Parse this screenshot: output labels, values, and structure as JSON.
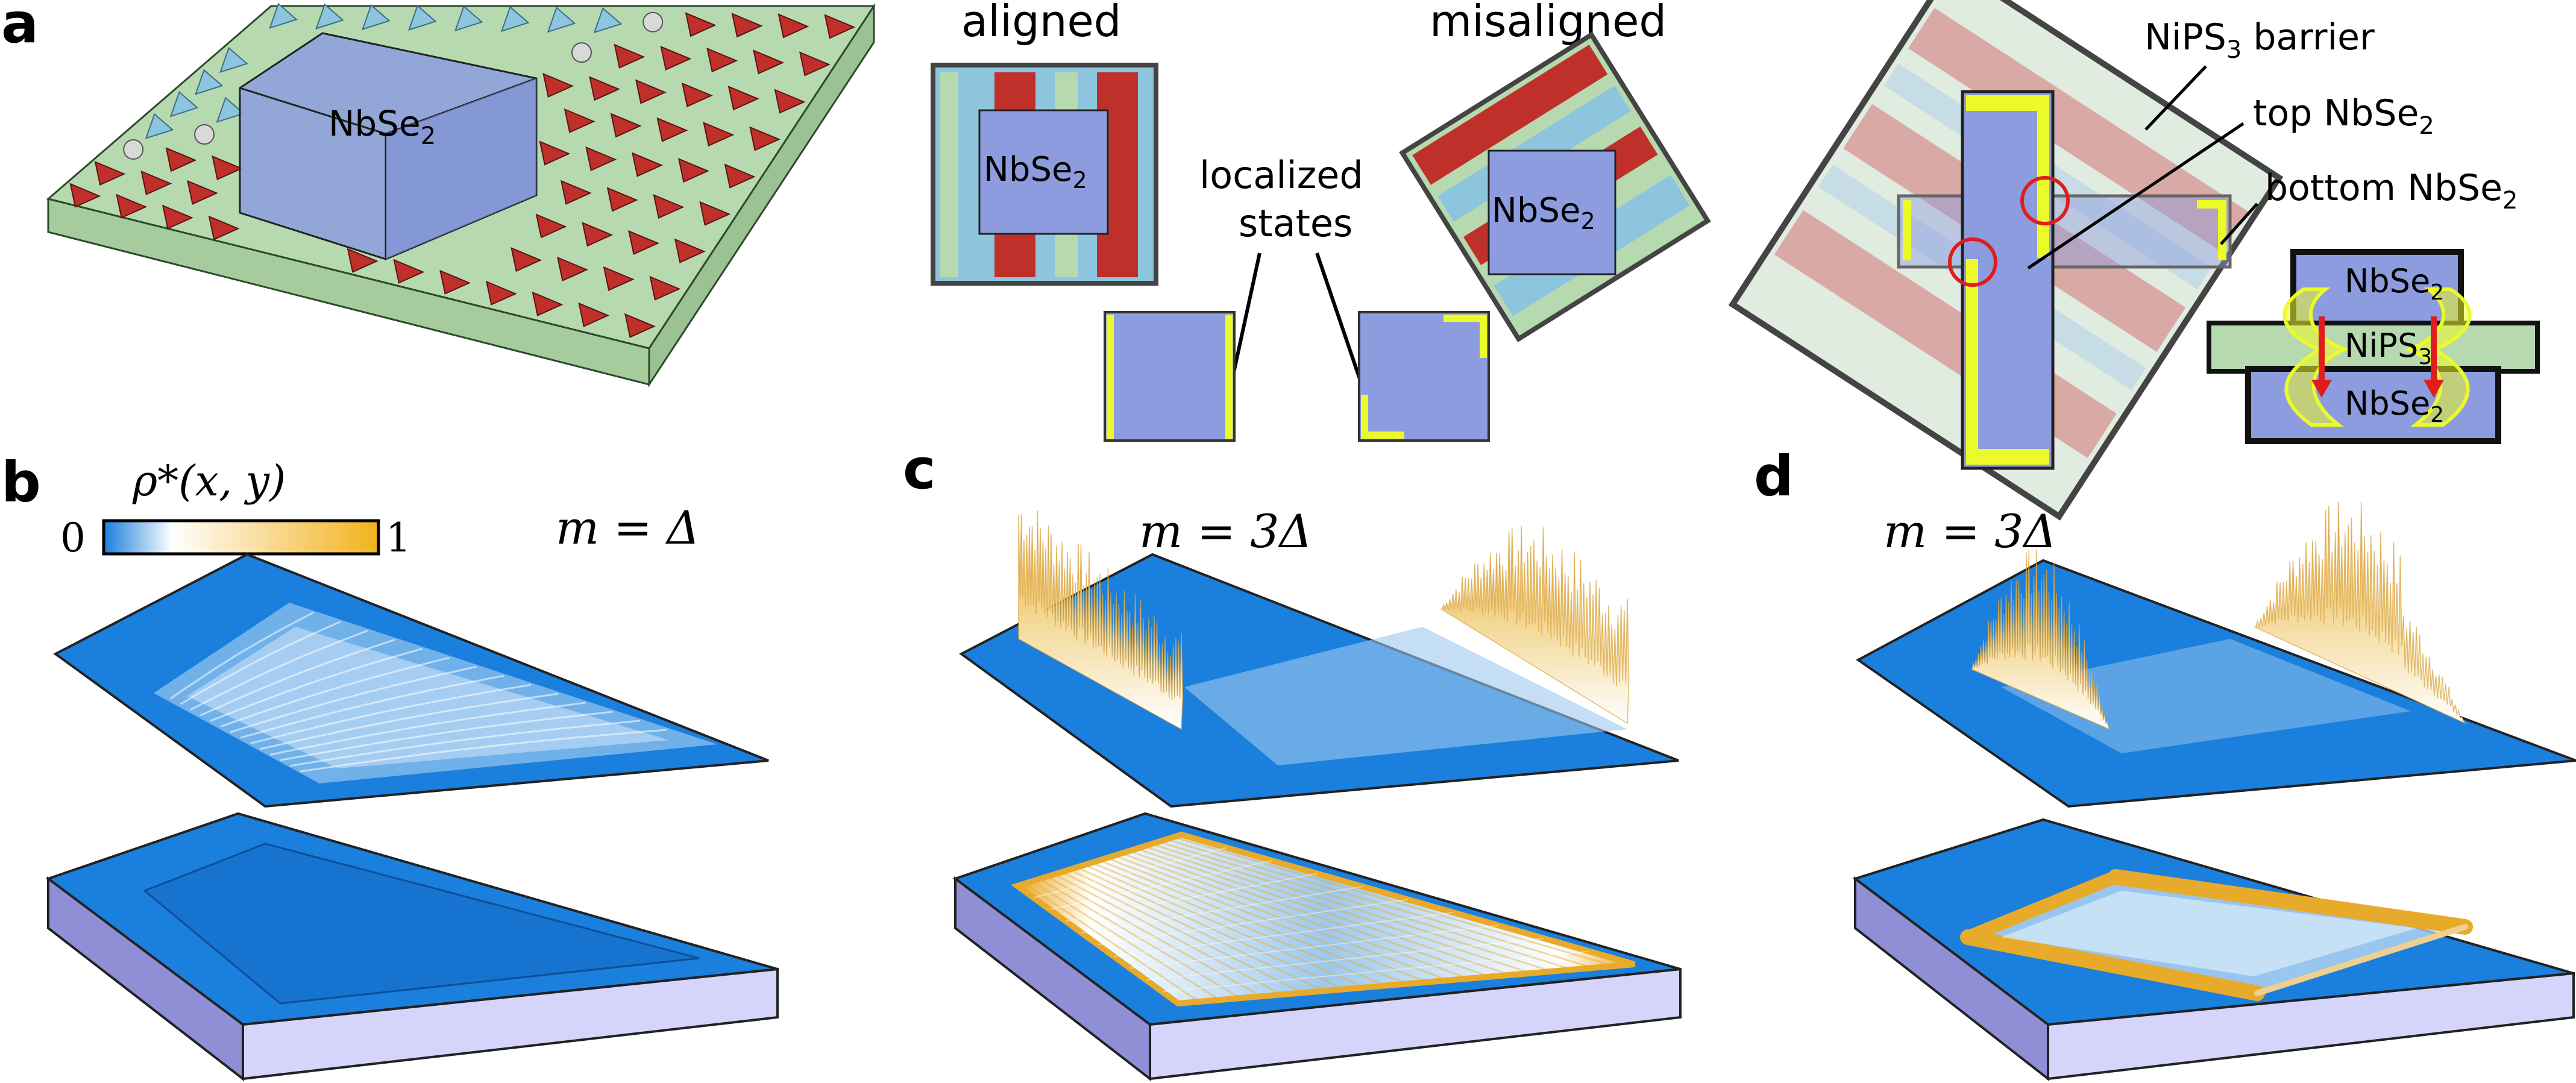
{
  "panels": {
    "a": {
      "label": "a",
      "material_top": "NbSe",
      "material_top_sub": "2",
      "aligned_title": "aligned",
      "aligned_sq_label": "NbSe",
      "aligned_sq_sub": "2",
      "misaligned_title": "misaligned",
      "misaligned_sq_label": "NbSe",
      "misaligned_sq_sub": "2",
      "localized_line1": "localized",
      "localized_line2": "states",
      "barrier_label_a": "NiPS",
      "barrier_label_sub": "3",
      "barrier_label_b": " barrier",
      "top_label_a": "top NbSe",
      "top_label_sub": "2",
      "bottom_label_a": "bottom NbSe",
      "bottom_label_sub": "2",
      "stack_top": "NbSe",
      "stack_top_sub": "2",
      "stack_mid": "NiPS",
      "stack_mid_sub": "3",
      "stack_bot": "NbSe",
      "stack_bot_sub": "2"
    },
    "b": {
      "label": "b",
      "colorbar_title": "ρ*(x, y)",
      "colorbar_min": "0",
      "colorbar_max": "1",
      "mass_label": "m = Δ"
    },
    "c": {
      "label": "c",
      "mass_label": "m = 3Δ"
    },
    "d": {
      "label": "d",
      "mass_label": "m = 3Δ"
    }
  },
  "colors": {
    "substrate": "#b7d9b0",
    "nbse2": "#8c9cde",
    "plane_blue": "#1a7fdd",
    "slab_side": "#c8c8f4",
    "domain_red": "#c0302b",
    "domain_blue": "#8cc5dd",
    "edge_state": "#ecfa2a",
    "peak_gold": "#e8aa2b",
    "circle_red": "#e01c1c"
  },
  "colorbar": {
    "min": 0,
    "max": 1,
    "colors": [
      "#1a7fdd",
      "#ffffff",
      "#f2b21d"
    ]
  }
}
